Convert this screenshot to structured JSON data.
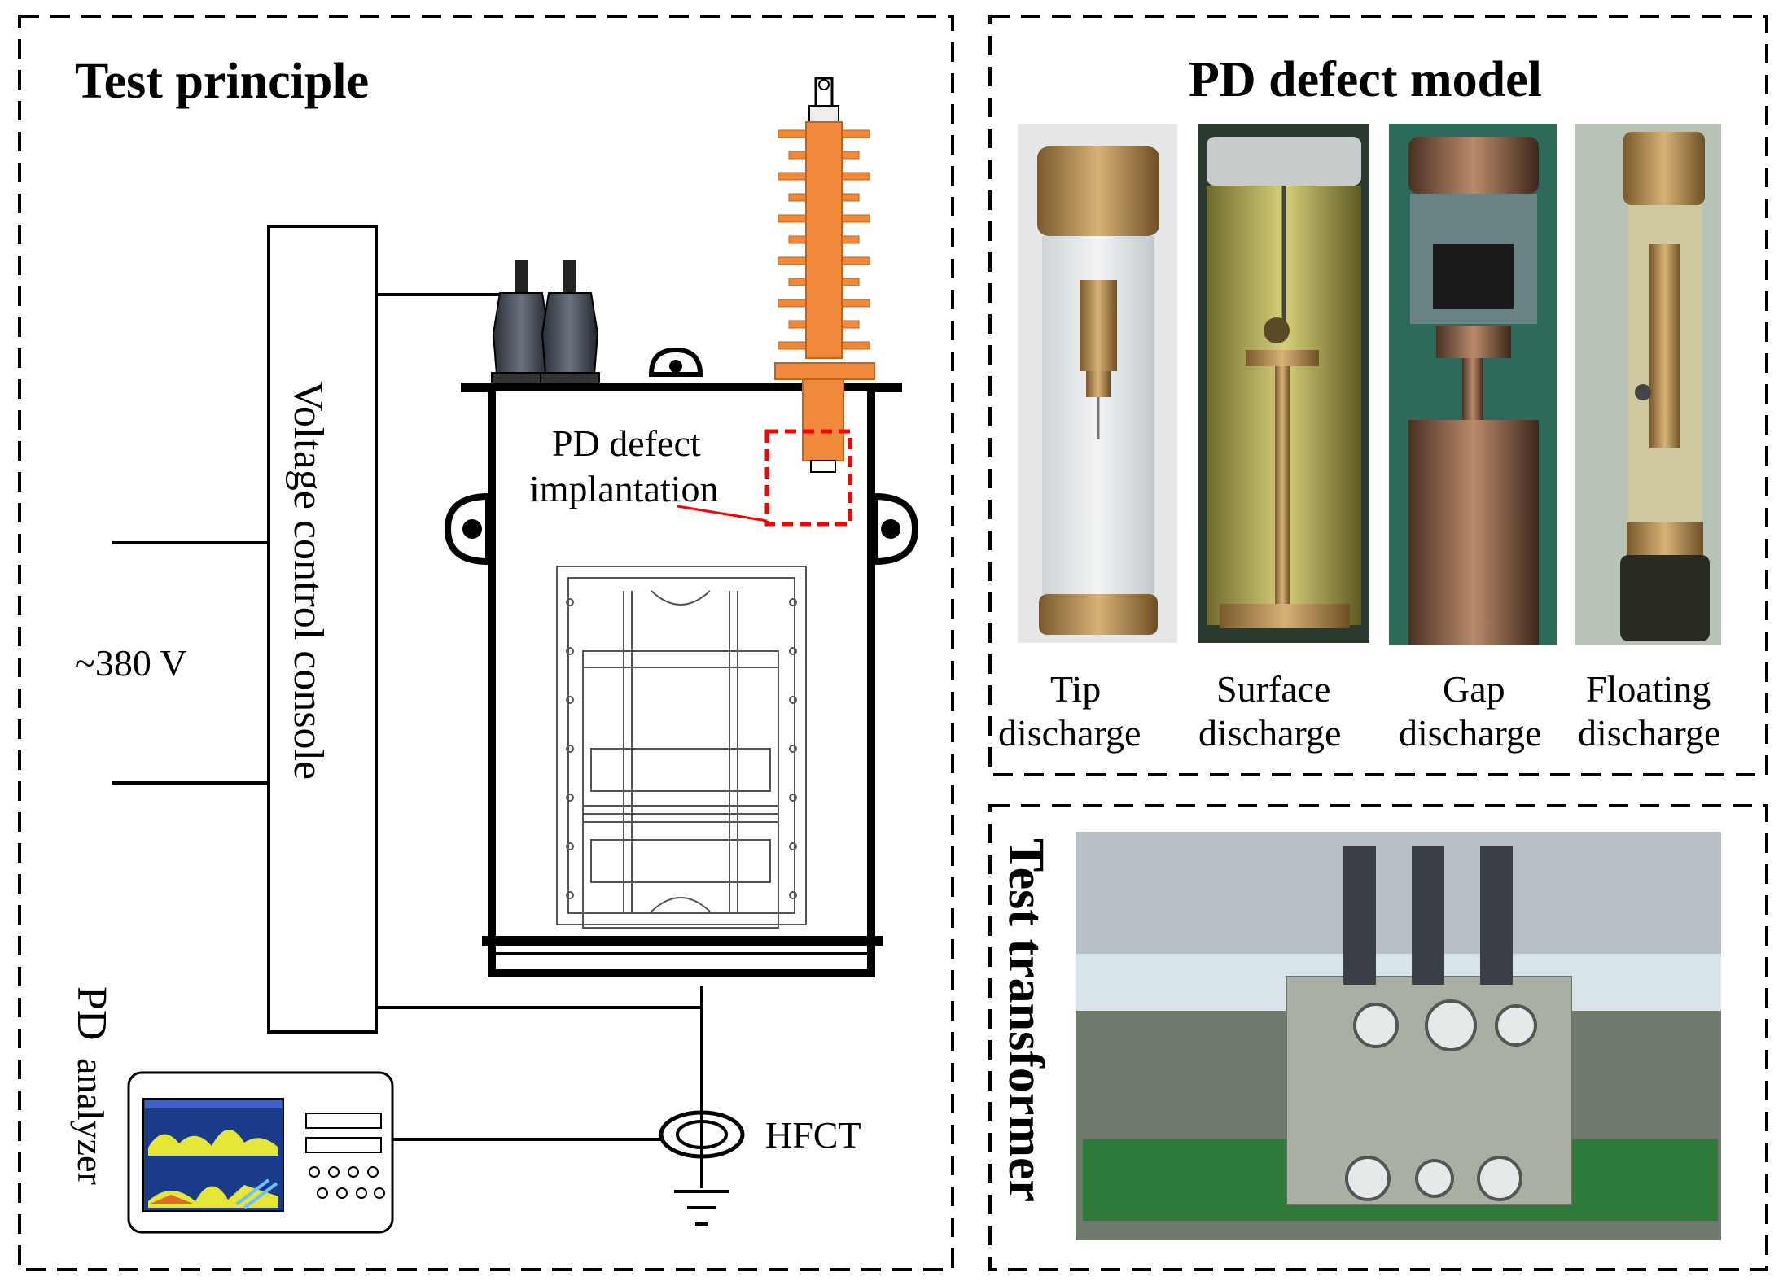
{
  "panels": {
    "principle": {
      "title": "Test principle"
    },
    "defect_model": {
      "title": "PD defect model"
    },
    "transformer": {
      "title": "Test transformer"
    }
  },
  "diagram": {
    "console_label": "Voltage control console",
    "supply_label": "~380 V",
    "defect_label_line1": "PD defect",
    "defect_label_line2": "implantation",
    "hfct_label": "HFCT",
    "analyzer_label_line1": "PD",
    "analyzer_label_line2": "analyzer"
  },
  "defects": [
    {
      "line1": "Tip",
      "line2": "discharge"
    },
    {
      "line1": "Surface",
      "line2": "discharge"
    },
    {
      "line1": "Gap",
      "line2": "discharge"
    },
    {
      "line1": "Floating",
      "line2": "discharge"
    }
  ],
  "colors": {
    "bushing_orange": "#f08a3a",
    "defect_box_red": "#ff0000",
    "oil_gold": "#c9a64a",
    "copper": "#9a6a45"
  }
}
